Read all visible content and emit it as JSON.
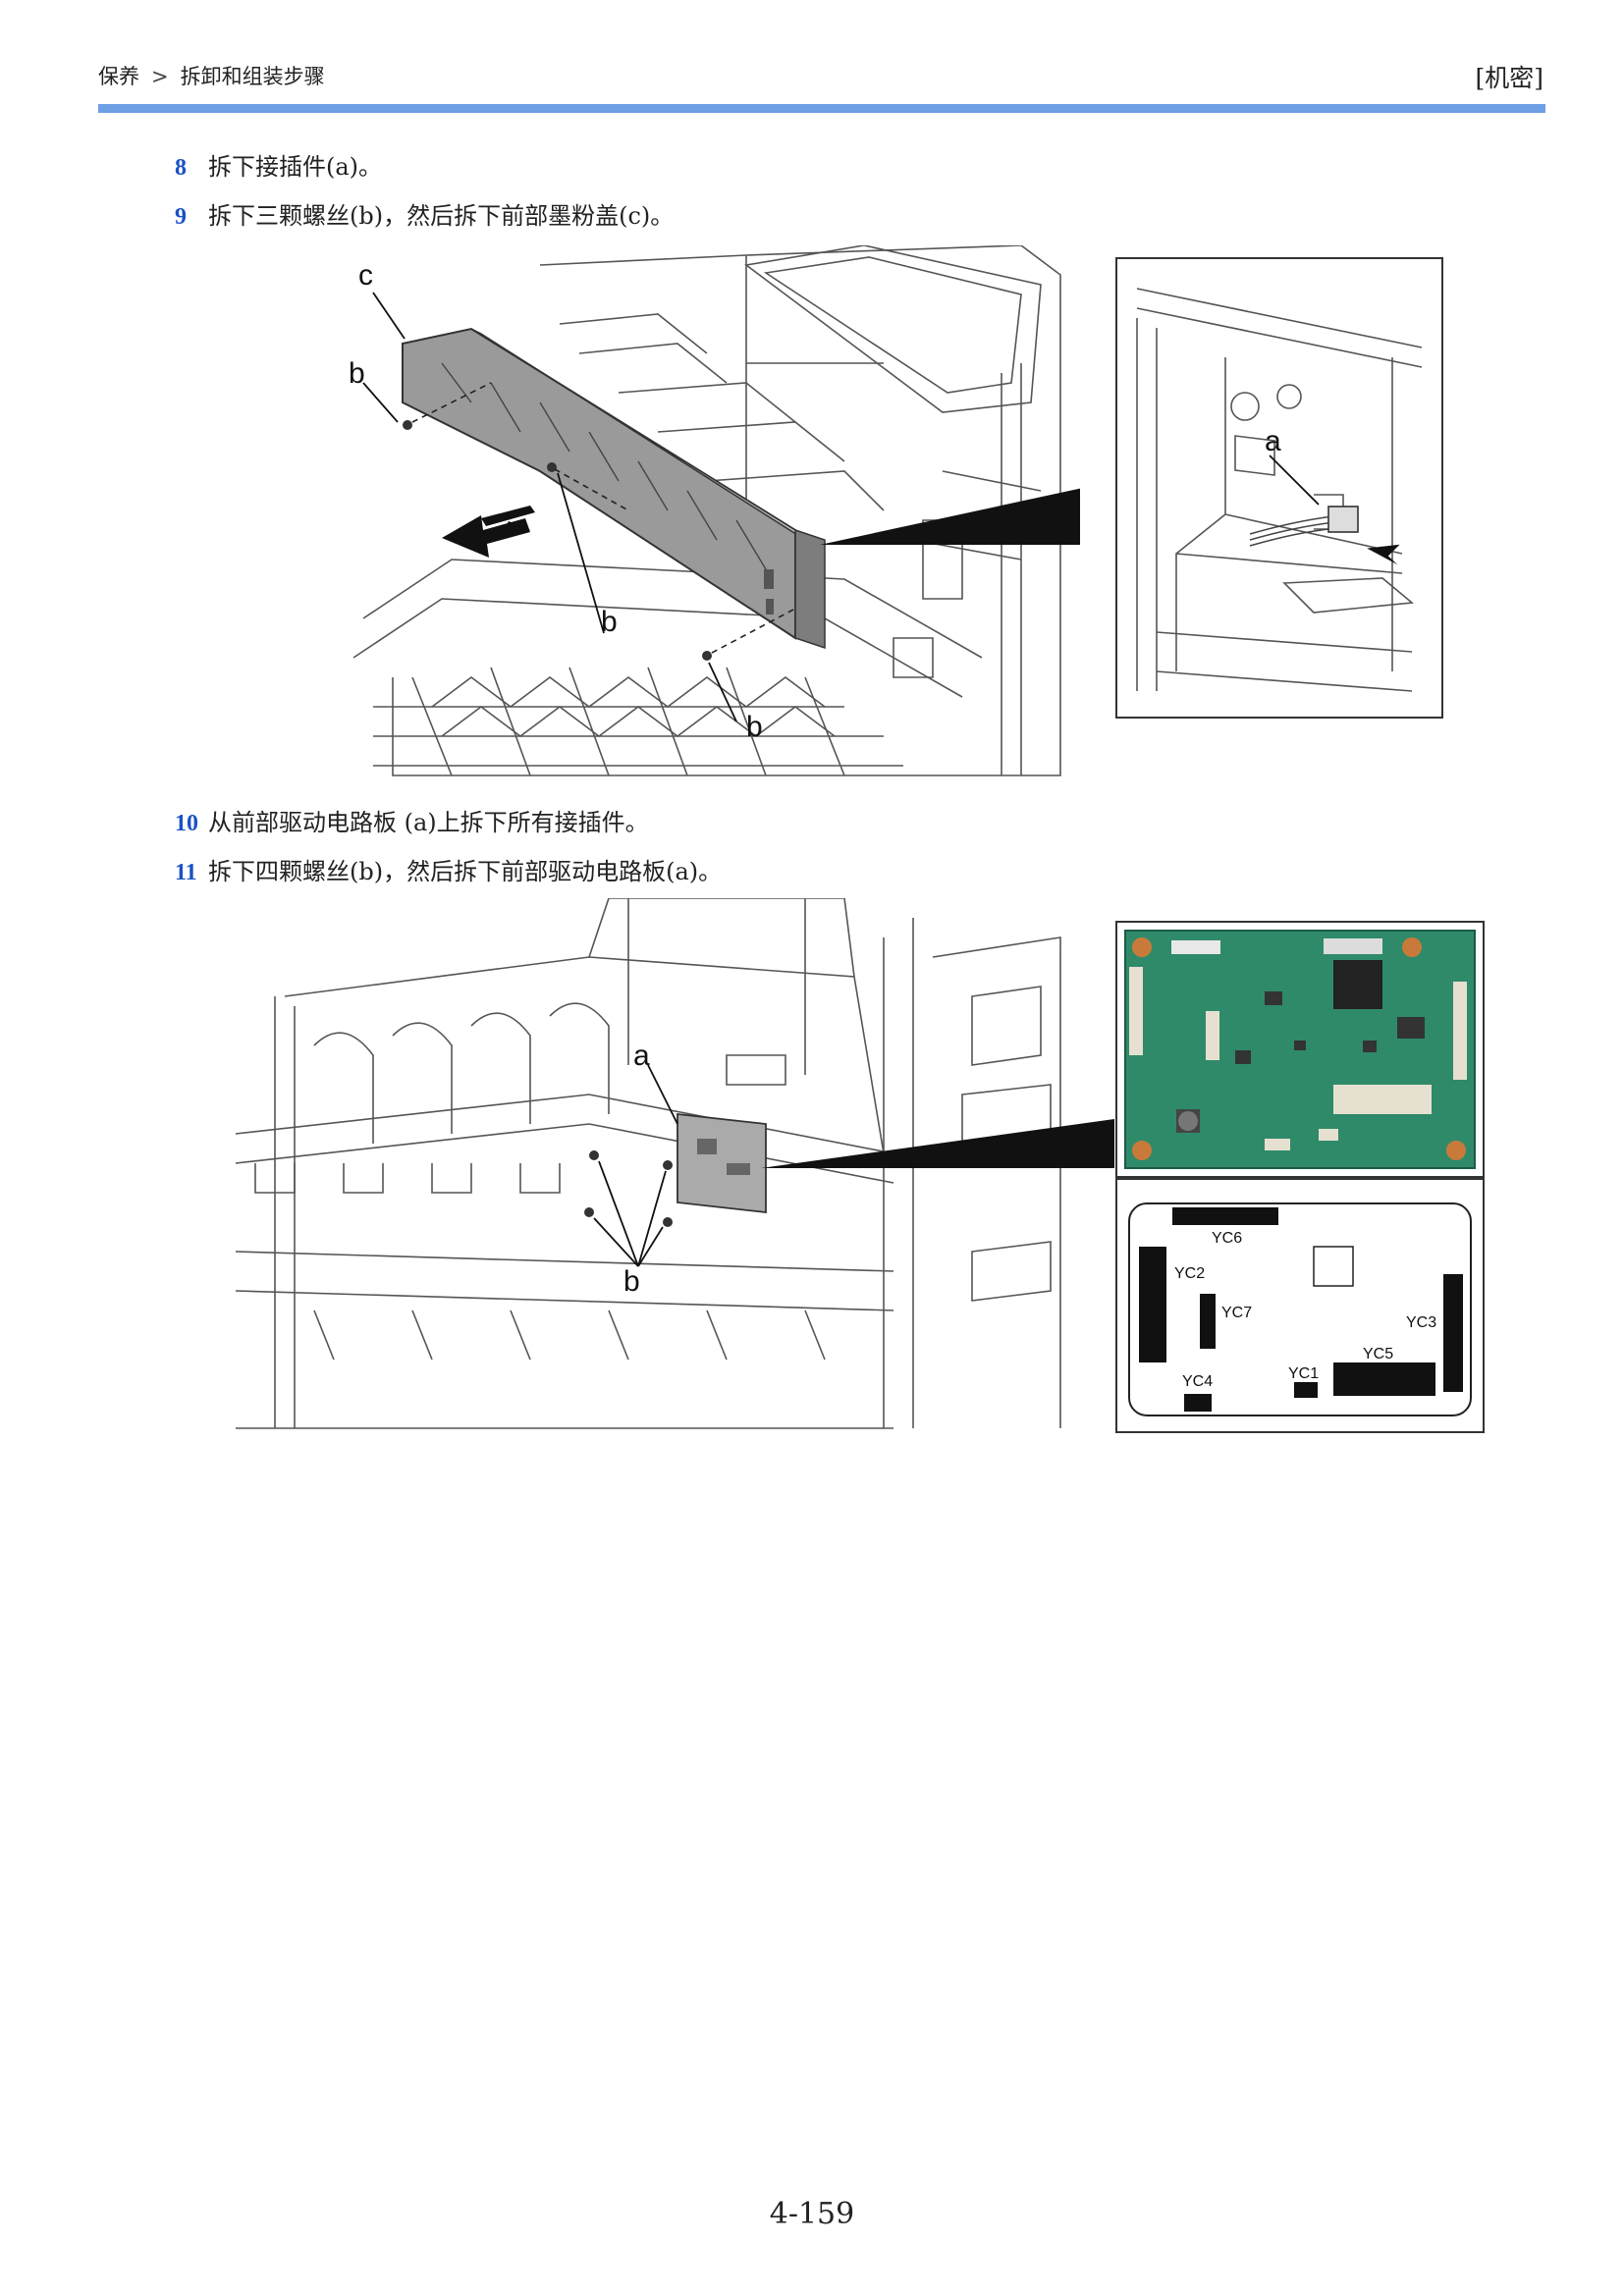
{
  "header": {
    "breadcrumb_section": "保养",
    "breadcrumb_separator": ">",
    "breadcrumb_page": "拆卸和组装步骤",
    "confidential": "[机密]"
  },
  "steps": [
    {
      "num": "8",
      "text": "拆下接插件(a)。"
    },
    {
      "num": "9",
      "text": "拆下三颗螺丝(b)，然后拆下前部墨粉盖(c)。"
    },
    {
      "num": "10",
      "text": "从前部驱动电路板  (a)上拆下所有接插件。"
    },
    {
      "num": "11",
      "text": "拆下四颗螺丝(b)，然后拆下前部驱动电路板(a)。"
    }
  ],
  "figure1": {
    "labels": {
      "c": "c",
      "b1": "b",
      "b2": "b",
      "b3": "b",
      "inset_a": "a"
    }
  },
  "figure2": {
    "labels": {
      "a": "a",
      "b": "b"
    },
    "connectors": {
      "yc6": "YC6",
      "yc2": "YC2",
      "yc7": "YC7",
      "yc3": "YC3",
      "yc5": "YC5",
      "yc1": "YC1",
      "yc4": "YC4"
    }
  },
  "footer": {
    "page_number": "4-159"
  }
}
